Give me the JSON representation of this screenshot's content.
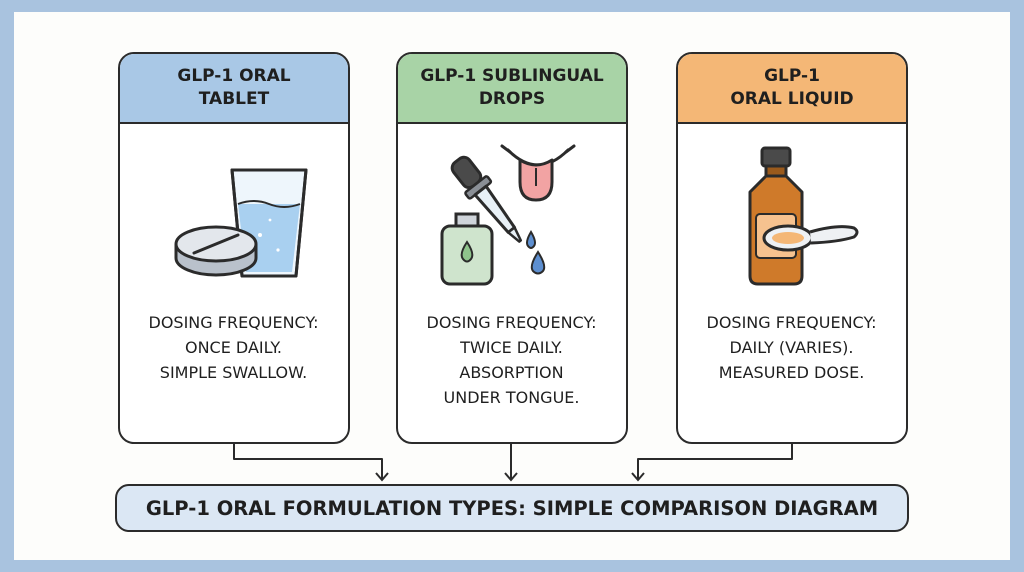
{
  "title": "GLP-1 ORAL FORMULATION TYPES: SIMPLE COMPARISON DIAGRAM",
  "cards": [
    {
      "header": [
        "GLP-1 ORAL",
        "TABLET"
      ],
      "lines": [
        "DOSING FREQUENCY:",
        "ONCE DAILY.",
        "SIMPLE SWALLOW."
      ],
      "icon": "tablet-and-water-glass-icon",
      "color": "#a9c8e6"
    },
    {
      "header": [
        "GLP-1 SUBLINGUAL",
        "DROPS"
      ],
      "lines": [
        "DOSING FREQUENCY:",
        "TWICE DAILY.",
        "ABSORPTION",
        "UNDER TONGUE."
      ],
      "icon": "dropper-and-tongue-icon",
      "color": "#a8d3a6"
    },
    {
      "header": [
        "GLP-1",
        "ORAL LIQUID"
      ],
      "lines": [
        "DOSING FREQUENCY:",
        "DAILY (VARIES).",
        "MEASURED DOSE."
      ],
      "icon": "bottle-and-spoon-icon",
      "color": "#f4b776"
    }
  ]
}
